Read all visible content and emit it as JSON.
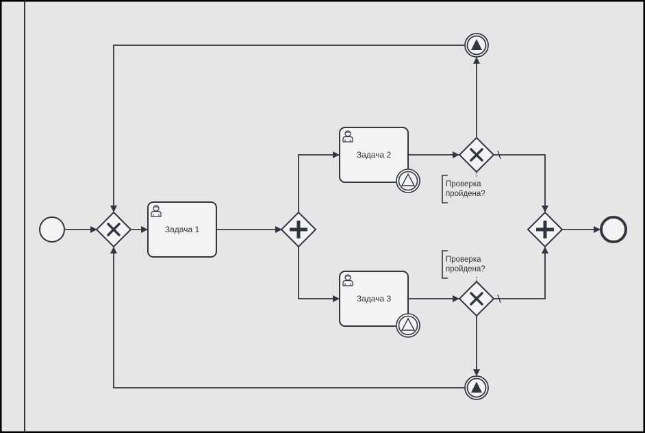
{
  "diagram": {
    "type": "bpmn-process",
    "colors": {
      "background": "#e6e6e6",
      "frame": "#000000",
      "stroke": "#2f3640",
      "task_fill": "#f3f3f3",
      "event_fill": "#f3f3f3"
    },
    "tasks": [
      {
        "id": "task1",
        "label": "Задача 1",
        "type": "user-task"
      },
      {
        "id": "task2",
        "label": "Задача 2",
        "type": "user-task",
        "boundary_event": "escalation"
      },
      {
        "id": "task3",
        "label": "Задача 3",
        "type": "user-task",
        "boundary_event": "escalation"
      }
    ],
    "gateways": [
      {
        "id": "gw_merge",
        "type": "exclusive"
      },
      {
        "id": "gw_fork",
        "type": "parallel"
      },
      {
        "id": "gw_check2",
        "type": "exclusive"
      },
      {
        "id": "gw_check3",
        "type": "exclusive"
      },
      {
        "id": "gw_join",
        "type": "parallel"
      }
    ],
    "events": [
      {
        "id": "start",
        "type": "start"
      },
      {
        "id": "end",
        "type": "end"
      },
      {
        "id": "esc_top",
        "type": "intermediate-escalation-throw"
      },
      {
        "id": "esc_bottom",
        "type": "intermediate-escalation-throw"
      }
    ],
    "annotations": [
      {
        "id": "anno_top",
        "line1": "Проверка",
        "line2": "пройдена?"
      },
      {
        "id": "anno_bottom",
        "line1": "Проверка",
        "line2": "пройдена?"
      }
    ]
  }
}
